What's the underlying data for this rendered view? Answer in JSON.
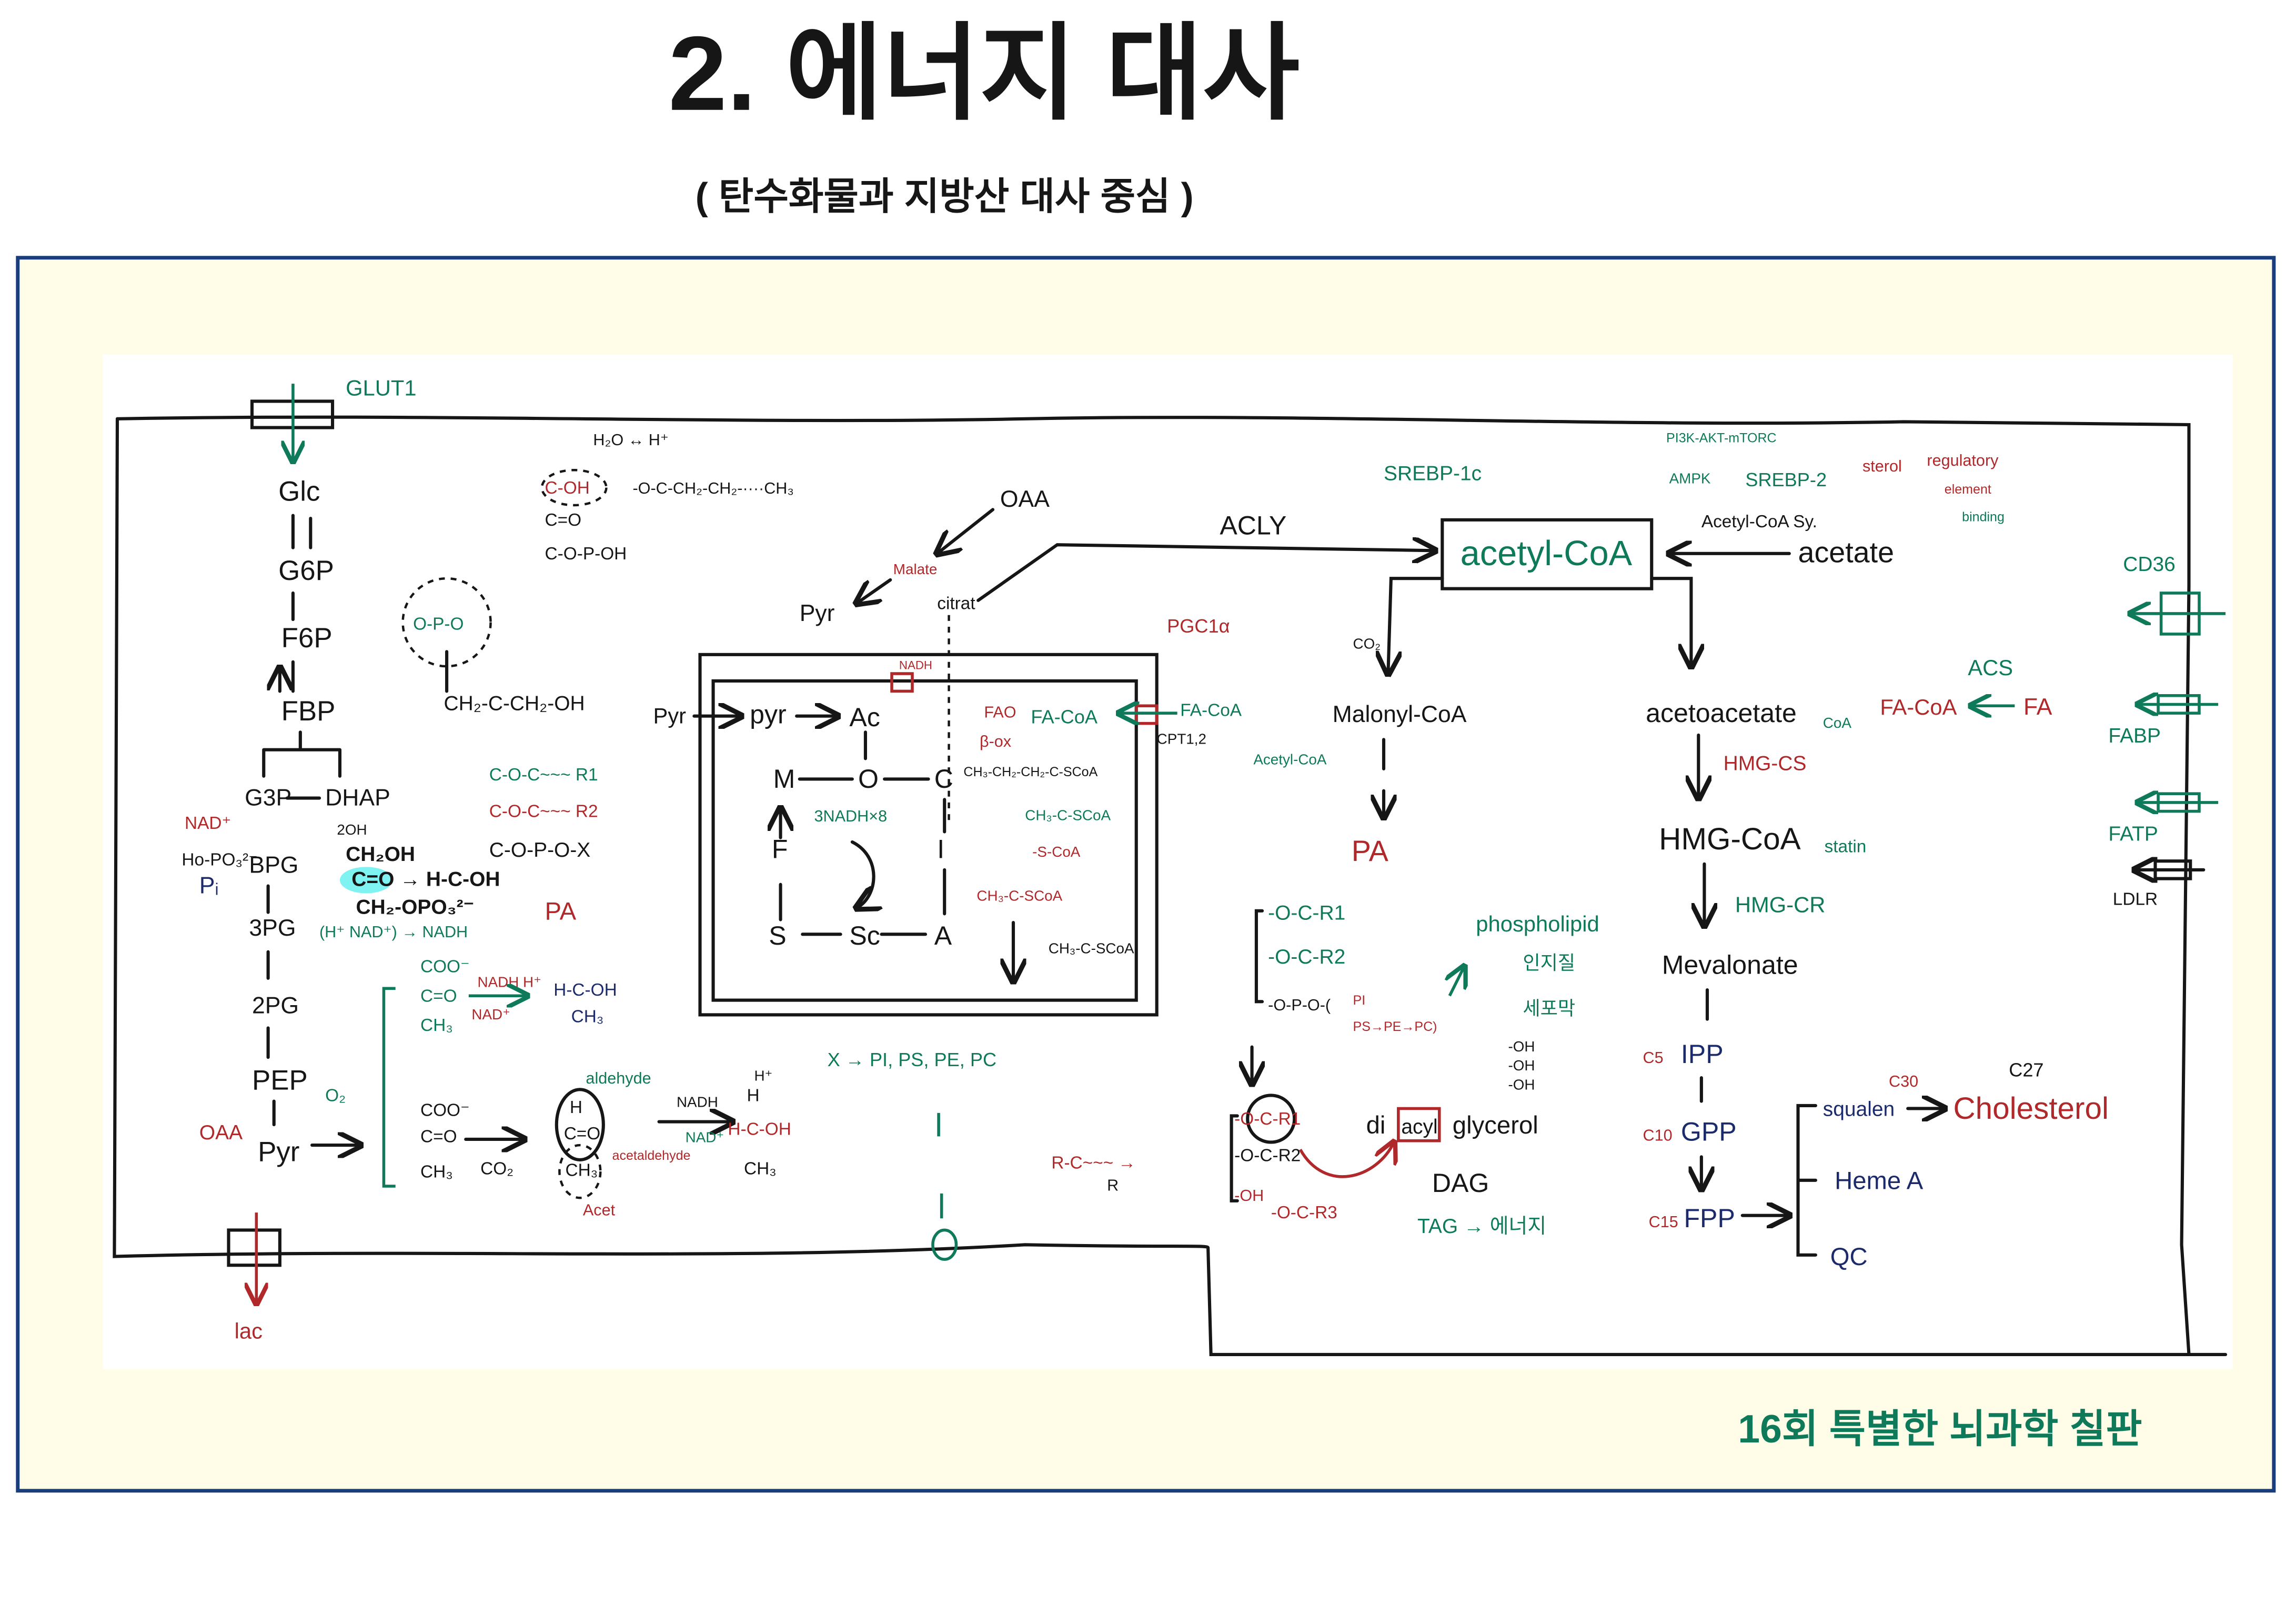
{
  "header": {
    "title": "2.  에너지 대사",
    "subtitle": "( 탄수화물과 지방산 대사 중심 )"
  },
  "footer": {
    "credit": "16회 특별한 뇌과학 칠판"
  },
  "colors": {
    "frame": "#1a3d7c",
    "board": "#fffde8",
    "green": "#0e7a5a",
    "red": "#b0282a",
    "navy": "#1b2a6b"
  },
  "transporters": {
    "glut1": "GLUT1",
    "cd36": "CD36",
    "fabp": "FABP",
    "fatp": "FATP",
    "ldlr": "LDLR",
    "cpt": "CPT1,2"
  },
  "glycolysis": {
    "glc": "Glc",
    "g6p": "G6P",
    "f6p": "F6P",
    "fbp": "FBP",
    "g3p": "G3P",
    "dhap": "DHAP",
    "nad": "NAD⁺",
    "hopo3": "Ho-PO₃²⁻",
    "pi": "Pᵢ",
    "bpg": "BPG",
    "pg3": "3PG",
    "pg2": "2PG",
    "pep": "PEP",
    "oaa": "OAA",
    "pyr": "Pyr",
    "lac": "lac",
    "twooh": "2OH",
    "ch2oh": "CH₂OH",
    "co_hcoh": "C=O → H-C-OH",
    "ch2opo3": "CH₂-OPO₃²⁻",
    "nadh_note": "(H⁺ NAD⁺) → NADH"
  },
  "structures": {
    "h2o": "H₂O ↔ H⁺",
    "coh": "C-OH",
    "ester": "-O-C-CH₂-CH₂-····CH₃",
    "c_o": "C=O",
    "copoh": "C-O-P-OH",
    "opo": "O-P-O",
    "dhap_chain": "CH₂-C-CH₂-OH",
    "pa_r1": "C-O-C~~~ R1",
    "pa_r2": "C-O-C~~~ R2",
    "pa_x": "C-O-P-O-X",
    "pa": "PA",
    "coo1": "COO⁻",
    "co1": "C=O",
    "ch3_1": "CH₃",
    "nadh1": "NADH  H⁺",
    "nad1": "NAD⁺",
    "hcoh1": "H-C-OH",
    "ch3_1b": "CH₃",
    "o2": "O₂",
    "coo2": "COO⁻",
    "co2s": "C=O",
    "ch3_2": "CH₃",
    "co2": "CO₂",
    "aldehyde": "aldehyde",
    "h": "H",
    "cho": "C=O",
    "ch3_3": "CH₃",
    "acetaldehyde": "acetaldehyde",
    "acet": "Acet",
    "nadh2": "NADH",
    "nad2": "NAD⁺",
    "hplus": "H⁺",
    "h2": "H",
    "hcoh2": "H-C-OH",
    "ch3_4": "CH₃"
  },
  "mito": {
    "oaa": "OAA",
    "malate": "Malate",
    "pyr_out": "Pyr",
    "citrat": "citrat",
    "acly": "ACLY",
    "pyr_in1": "Pyr",
    "pyr_in2": "pyr",
    "ac": "Ac",
    "nadh": "NADH",
    "m": "M",
    "o": "O",
    "c": "C",
    "nadh_x8": "3NADH×8",
    "f": "F",
    "i": "I",
    "s": "S",
    "sc": "Sc",
    "a": "A",
    "fao": "FAO",
    "facoa": "FA-CoA",
    "box": "β-ox",
    "chain1": "CH₃-CH₂-CH₂-C-SCoA",
    "chain2": "CH₃-C-SCoA",
    "chain3": "-S-CoA",
    "chain4": "CH₃-C-SCoA",
    "chain5": "CH₃-C-SCoA",
    "fa_in": "FA-CoA",
    "pgc": "PGC1α",
    "x_to": "X → PI,  PS,  PE,  PC",
    "rcoo": "R-C~~~ →",
    "r": "R"
  },
  "acetyl": {
    "srebp1c": "SREBP-1c",
    "pi3k": "PI3K-AKT-mTORC",
    "ampk": "AMPK",
    "srebp2": "SREBP-2",
    "sterol": "sterol",
    "regulatory": "regulatory",
    "element": "element",
    "binding": "binding",
    "acetylcoa": "acetyl-CoA",
    "acs_sy": "Acetyl-CoA Sy.",
    "acetate": "acetate",
    "co2": "CO₂",
    "malonyl": "Malonyl-CoA",
    "acetyl_small": "Acetyl-CoA",
    "pa": "PA",
    "acetoacetate": "acetoacetate",
    "coa": "CoA",
    "hmgcs": "HMG-CS",
    "hmgcoa": "HMG-CoA",
    "statin": "statin",
    "hmgcr": "HMG-CR",
    "mevalonate": "Mevalonate",
    "c5": "C5",
    "ipp": "IPP",
    "c10": "C10",
    "gpp": "GPP",
    "c15": "C15",
    "fpp": "FPP",
    "c30": "C30",
    "squalene": "squalen",
    "cholesterol": "Cholesterol",
    "c27": "C27",
    "heme": "Heme A",
    "qc": "QC",
    "acs": "ACS",
    "facoa": "FA-CoA",
    "fa": "FA"
  },
  "lipids": {
    "r1": "-O-C-R1",
    "r2": "-O-C-R2",
    "p": "-O-P-O-(",
    "pi": "PI",
    "pspepc": "PS→PE→PC)",
    "phospholipid": "phospholipid",
    "injijil": "인지질",
    "sepomak": "세포막",
    "oh1": "-OH",
    "oh2": "-OH",
    "oh3": "-OH",
    "t_r1": "-O-C-R1",
    "t_r2": "-O-C-R2",
    "t_oh": "-OH",
    "t_r3": "-O-C-R3",
    "di": "di",
    "acyl": "acyl",
    "glycerol": "glycerol",
    "dag": "DAG",
    "tag": "TAG → 에너지"
  }
}
